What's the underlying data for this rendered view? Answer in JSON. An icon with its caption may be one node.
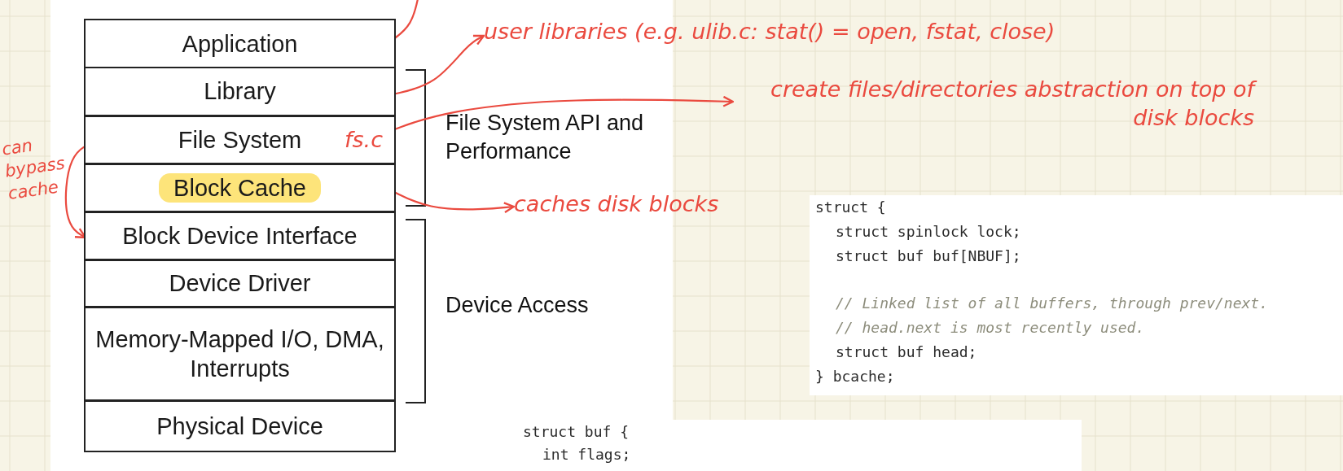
{
  "diagram": {
    "nodes": [
      {
        "text": [
          "Application"
        ]
      },
      {
        "text": [
          "Library"
        ]
      },
      {
        "text": [
          "File System",
          "fs.c"
        ]
      },
      {
        "text": [
          "Block Cache"
        ]
      },
      {
        "text": [
          "Block Device Interface"
        ]
      },
      {
        "text": [
          "Device Driver"
        ]
      },
      {
        "text": [
          "Memory-Mapped I/O, DMA, Interrupts"
        ]
      },
      {
        "text": [
          "Physical Device"
        ]
      },
      {
        "text": [
          "user libraries (e.g. ulib.c: stat() = open, fstat, close)"
        ]
      },
      {
        "text": [
          "create files/directories abstraction on top of disk blocks"
        ]
      },
      {
        "text": [
          "caches disk blocks"
        ]
      }
    ],
    "edges": [
      {
        "from": 0,
        "to": null,
        "arrow": "none"
      },
      {
        "from": 1,
        "to": 8,
        "arrow": "to"
      },
      {
        "from": 2,
        "to": 9,
        "arrow": "to"
      },
      {
        "from": 3,
        "to": 10,
        "arrow": "to"
      },
      {
        "from": 2,
        "to": 4,
        "arrow": "to"
      }
    ],
    "labels": [
      "File System API and Performance",
      "can bypass cache",
      "Device Access",
      "struct {",
      "struct spinlock lock;",
      "struct buf buf[NBUF];",
      "// Linked list of all buffers, through prev/next.",
      "// head.next is most recently used.",
      "struct buf head;",
      "} bcache;",
      "struct buf {",
      "int flags;"
    ]
  }
}
